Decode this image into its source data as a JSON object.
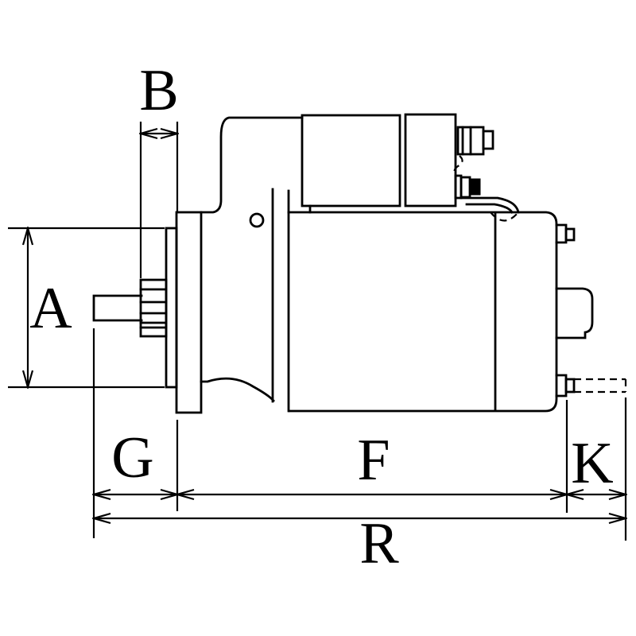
{
  "drawing": {
    "background_color": "#ffffff",
    "line_color": "#000000",
    "dimension_labels": {
      "b": "B",
      "a": "A",
      "g": "G",
      "f": "F",
      "k": "K",
      "r": "R"
    }
  }
}
